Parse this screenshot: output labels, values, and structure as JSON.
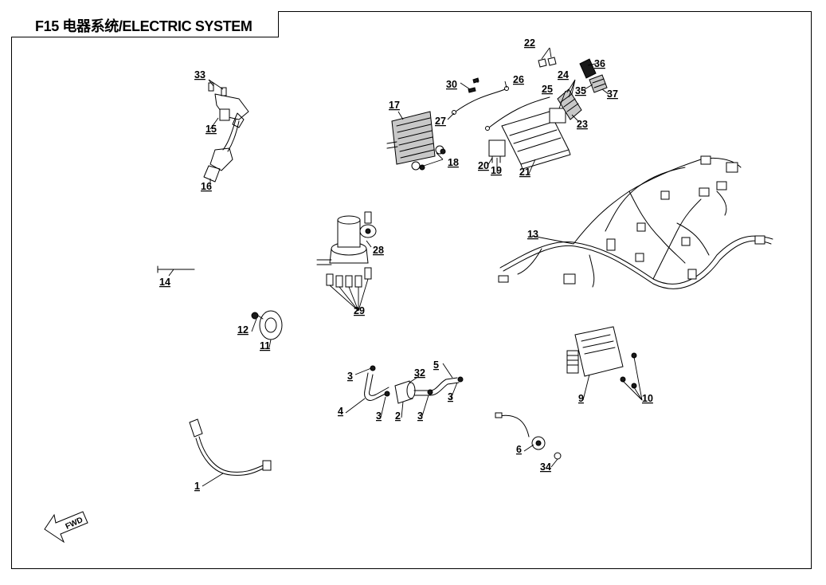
{
  "title": "F15 电器系统/ELECTRIC SYSTEM",
  "direction_label": "FWD",
  "callouts": {
    "c1": "1",
    "c2": "2",
    "c3a": "3",
    "c3b": "3",
    "c3c": "3",
    "c3d": "3",
    "c4": "4",
    "c5": "5",
    "c6": "6",
    "c9": "9",
    "c10": "10",
    "c11": "11",
    "c12": "12",
    "c13": "13",
    "c14": "14",
    "c15": "15",
    "c16": "16",
    "c17": "17",
    "c18": "18",
    "c19": "19",
    "c20": "20",
    "c21": "21",
    "c22": "22",
    "c23": "23",
    "c24": "24",
    "c25": "25",
    "c26": "26",
    "c27": "27",
    "c28": "28",
    "c29": "29",
    "c30": "30",
    "c32": "32",
    "c33": "33",
    "c34": "34",
    "c35": "35",
    "c36": "36",
    "c37": "37"
  }
}
